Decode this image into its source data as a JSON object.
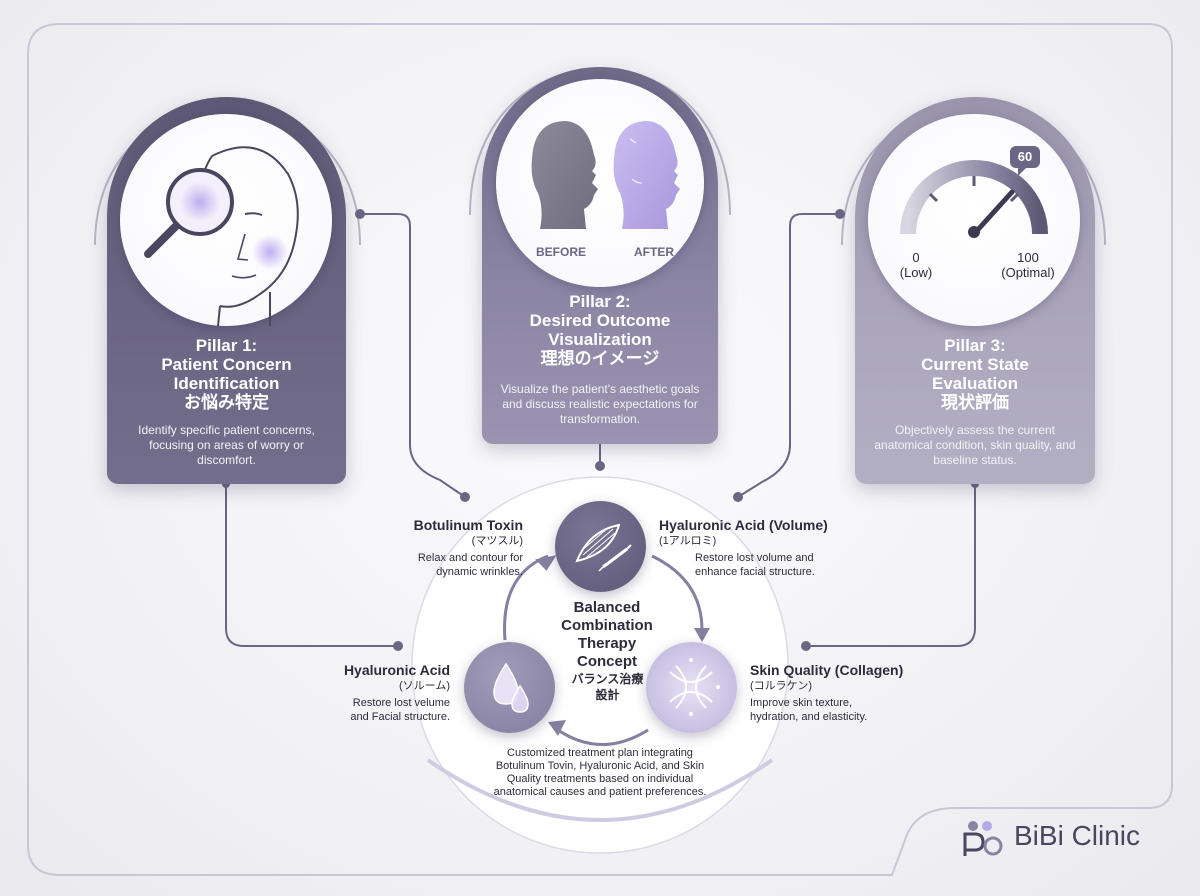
{
  "pillars": [
    {
      "title_line1": "Pillar 1:",
      "title_line2": "Patient Concern",
      "title_line3": "Identification",
      "title_jp": "お悩み特定",
      "description": "Identify specific patient concerns, focusing on areas of worry or discomfort.",
      "icon": "magnifier-face-icon"
    },
    {
      "title_line1": "Pillar 2:",
      "title_line2": "Desired Outcome",
      "title_line3": "Visualization",
      "title_jp": "理想のイメージ",
      "description": "Visualize the patient's aesthetic goals and discuss realistic expectations for transformation.",
      "before_label": "BEFORE",
      "after_label": "AFTER",
      "icon": "before-after-profile-icon"
    },
    {
      "title_line1": "Pillar 3:",
      "title_line2": "Current State",
      "title_line3": "Evaluation",
      "title_jp": "現状評価",
      "description": "Objectively assess the current anatomical condition, skin quality, and baseline status.",
      "gauge_value": "60",
      "gauge_min": "0",
      "gauge_min_label": "(Low)",
      "gauge_max": "100",
      "gauge_max_label": "(Optimal)",
      "icon": "gauge-icon"
    }
  ],
  "treatments": {
    "botox": {
      "title": "Botulinum Toxin",
      "title_jp": "(マツスル)",
      "description_line1": "Relax and contour for",
      "description_line2": "dynamic wrinkles."
    },
    "ha_volume": {
      "title": "Hyaluronic Acid (Volume)",
      "title_jp": "(1アルロミ)",
      "description_line1": "Restore lost volume and",
      "description_line2": "enhance facial structure."
    },
    "ha": {
      "title": "Hyaluronic Acid",
      "title_jp": "(ソルーム)",
      "description_line1": "Restore lost velume",
      "description_line2": "and Facial structure."
    },
    "skin": {
      "title": "Skin Quality (Collagen)",
      "title_jp": "(コルラケン)",
      "description_line1": "Improve skin texture,",
      "description_line2": "hydration, and elasticity."
    }
  },
  "center": {
    "line1": "Balanced",
    "line2": "Combination",
    "line3": "Therapy",
    "line4": "Concept",
    "jp_line1": "バランス治療",
    "jp_line2": "設計",
    "bottom_description": "Customized treatment plan integrating Botulinum Tovin, Hyaluronic Acid, and Skin Quality treatments based on individual anatomical causes and patient preferences."
  },
  "brand": {
    "name": "BiBi Clinic",
    "accent": "#6b6684",
    "light_accent": "#b6a9e6"
  }
}
